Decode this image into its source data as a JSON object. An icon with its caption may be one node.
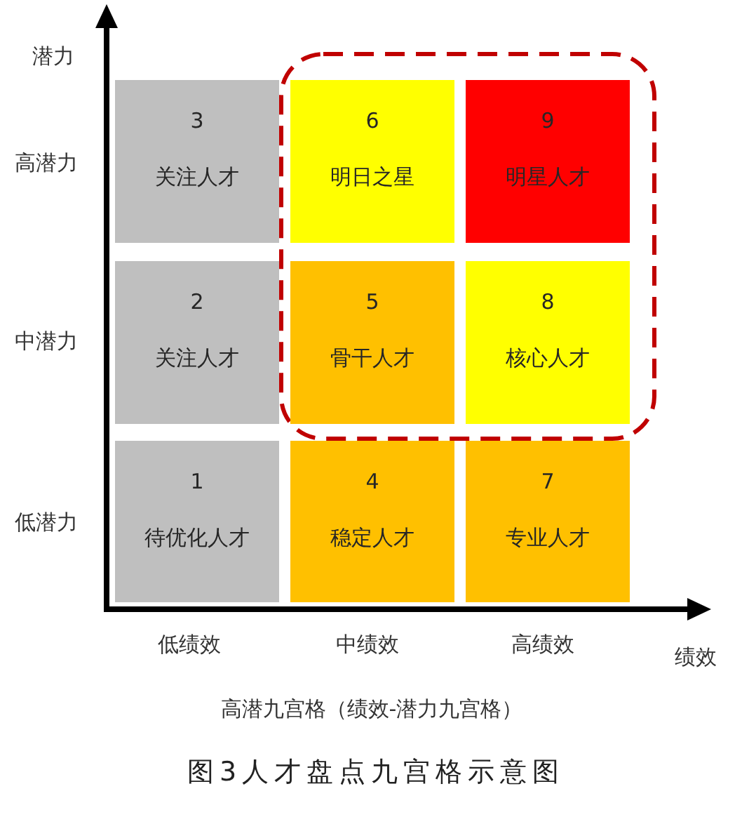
{
  "diagram": {
    "caption": "图3人才盘点九宫格示意图",
    "nodes": [
      {
        "text": [
          "3",
          "关注人才"
        ]
      },
      {
        "text": [],
        "shape": "box"
      },
      {
        "text": [
          "6",
          "明日之星"
        ],
        "in": 1
      },
      {
        "text": [
          "9",
          "明星人才"
        ],
        "in": 1
      },
      {
        "text": [
          "2",
          "关注人才"
        ]
      },
      {
        "text": [
          "5",
          "骨干人才"
        ],
        "in": 1
      },
      {
        "text": [
          "8",
          "核心人才"
        ],
        "in": 1
      },
      {
        "text": [
          "1",
          "待优化人才"
        ]
      },
      {
        "text": [
          "4",
          "稳定人才"
        ]
      },
      {
        "text": [
          "7",
          "专业人才"
        ]
      }
    ],
    "edges": [],
    "labels": [
      "潜力",
      "高潜力",
      "中潜力",
      "低潜力",
      "低绩效",
      "中绩效",
      "高绩效",
      "绩效",
      "高潜九宫格（绩效-潜力九宫格）"
    ]
  }
}
